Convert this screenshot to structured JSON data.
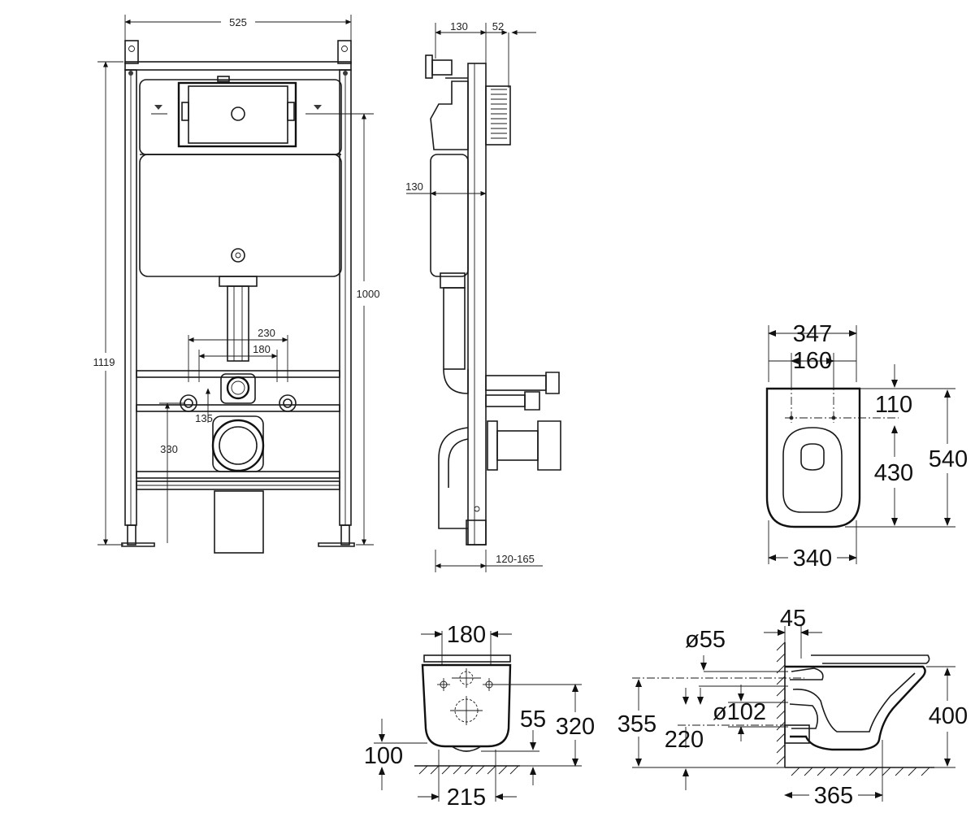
{
  "frame_front": {
    "width": "525",
    "height": "1119",
    "cistern_height": "1000",
    "bolt_spacing_outer": "230",
    "bolt_spacing_inner": "180",
    "outlet_offset": "135",
    "outlet_height": "330"
  },
  "frame_side": {
    "depth_top": "130",
    "depth_plate": "52",
    "depth_mid": "130",
    "depth_adjust": "120-165"
  },
  "toilet_top": {
    "width_outer": "347",
    "width_inner": "160",
    "width_bottom": "340",
    "length": "540",
    "bolt_length": "430",
    "bolt_offset": "110"
  },
  "toilet_rear": {
    "width_top": "180",
    "width_bottom": "215",
    "height": "320",
    "base_height": "100",
    "offset": "55"
  },
  "toilet_side": {
    "inlet_depth": "45",
    "inlet_diameter": "ø55",
    "outlet_diameter": "ø102",
    "total_height": "355",
    "outlet_height": "220",
    "bowl_height": "400",
    "length": "365"
  }
}
